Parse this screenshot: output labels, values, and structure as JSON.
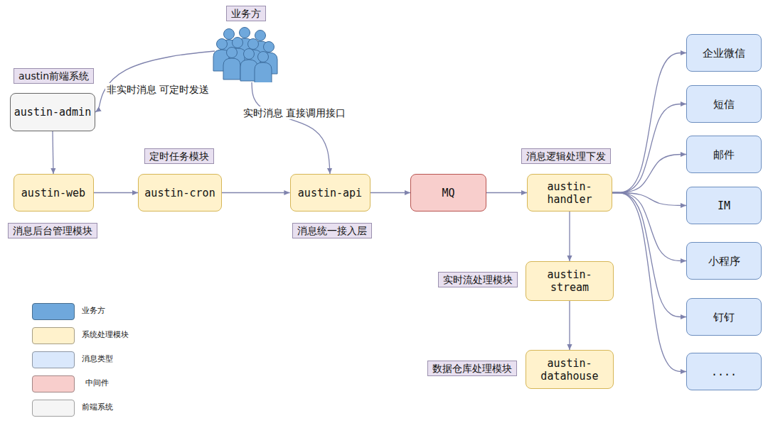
{
  "diagram": {
    "nodes": [
      {
        "text": [
          "业务方"
        ]
      },
      {
        "text": [
          "austin前端系统",
          "austin-admin"
        ]
      },
      {
        "text": [
          "austin-web",
          "消息后台管理模块"
        ]
      },
      {
        "text": [
          "定时任务模块",
          "austin-cron"
        ]
      },
      {
        "text": [
          "austin-api",
          "消息统一接入层"
        ]
      },
      {
        "text": [
          "MQ"
        ]
      },
      {
        "text": [
          "消息逻辑处理下发",
          "austin-handler"
        ]
      },
      {
        "text": [
          "实时流处理模块",
          "austin-stream"
        ]
      },
      {
        "text": [
          "数据仓库处理模块",
          "austin-datahouse"
        ]
      },
      {
        "text": [
          "企业微信"
        ]
      },
      {
        "text": [
          "短信"
        ]
      },
      {
        "text": [
          "邮件"
        ]
      },
      {
        "text": [
          "IM"
        ]
      },
      {
        "text": [
          "小程序"
        ]
      },
      {
        "text": [
          "钉钉"
        ]
      },
      {
        "text": [
          "...."
        ]
      }
    ],
    "edges": [
      {
        "from": 0,
        "to": 1,
        "label": "非实时消息 可定时发送",
        "arrow": "to"
      },
      {
        "from": 0,
        "to": 4,
        "label": "实时消息 直接调用接口",
        "arrow": "to"
      },
      {
        "from": 1,
        "to": 2,
        "arrow": "to"
      },
      {
        "from": 2,
        "to": 3,
        "arrow": "to"
      },
      {
        "from": 3,
        "to": 4,
        "arrow": "to"
      },
      {
        "from": 4,
        "to": 5,
        "arrow": "to"
      },
      {
        "from": 5,
        "to": 6,
        "arrow": "to"
      },
      {
        "from": 6,
        "to": 7,
        "arrow": "to"
      },
      {
        "from": 7,
        "to": 8,
        "arrow": "to"
      },
      {
        "from": 6,
        "to": 9,
        "arrow": "to"
      },
      {
        "from": 6,
        "to": 10,
        "arrow": "to"
      },
      {
        "from": 6,
        "to": 11,
        "arrow": "to"
      },
      {
        "from": 6,
        "to": 12,
        "arrow": "to"
      },
      {
        "from": 6,
        "to": 13,
        "arrow": "to"
      },
      {
        "from": 6,
        "to": 14,
        "arrow": "to"
      },
      {
        "from": 6,
        "to": 15,
        "arrow": "to"
      }
    ],
    "legend": [
      {
        "text": "业务方",
        "color": "#6fa8dc"
      },
      {
        "text": "系统处理模块",
        "color": "#fff2cc"
      },
      {
        "text": "消息类型",
        "color": "#dae8fc"
      },
      {
        "text": "中间件",
        "color": "#f8cecc"
      },
      {
        "text": "前端系统",
        "color": "#f5f5f5"
      }
    ]
  }
}
